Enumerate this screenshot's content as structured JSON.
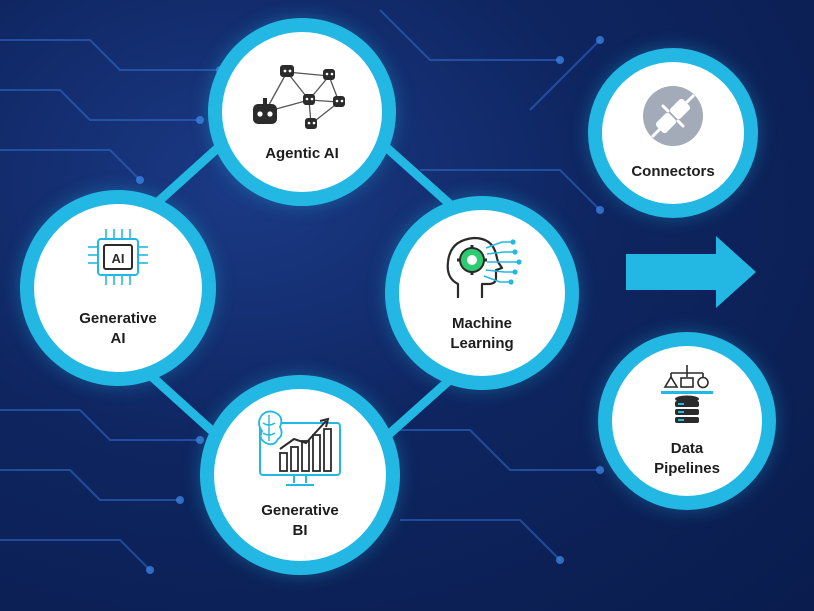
{
  "colors": {
    "background": "#0e2560",
    "ring": "#23b8e3",
    "accent_green": "#2ecc71",
    "icon_dark": "#2b2b2b",
    "icon_gray": "#a3aab8"
  },
  "nodes": {
    "agentic_ai": {
      "label": "Agentic AI",
      "icon": "agent-network-icon"
    },
    "generative_ai": {
      "label": "Generative\nAI",
      "icon": "ai-chip-icon",
      "chip_text": "AI"
    },
    "machine_learning": {
      "label": "Machine\nLearning",
      "icon": "brain-gear-head-icon"
    },
    "generative_bi": {
      "label": "Generative\nBI",
      "icon": "analytics-monitor-icon"
    },
    "connectors": {
      "label": "Connectors",
      "icon": "plug-connector-icon"
    },
    "data_pipelines": {
      "label": "Data\nPipelines",
      "icon": "data-pipeline-icon"
    }
  },
  "arrow": {
    "icon": "arrow-right-icon"
  }
}
